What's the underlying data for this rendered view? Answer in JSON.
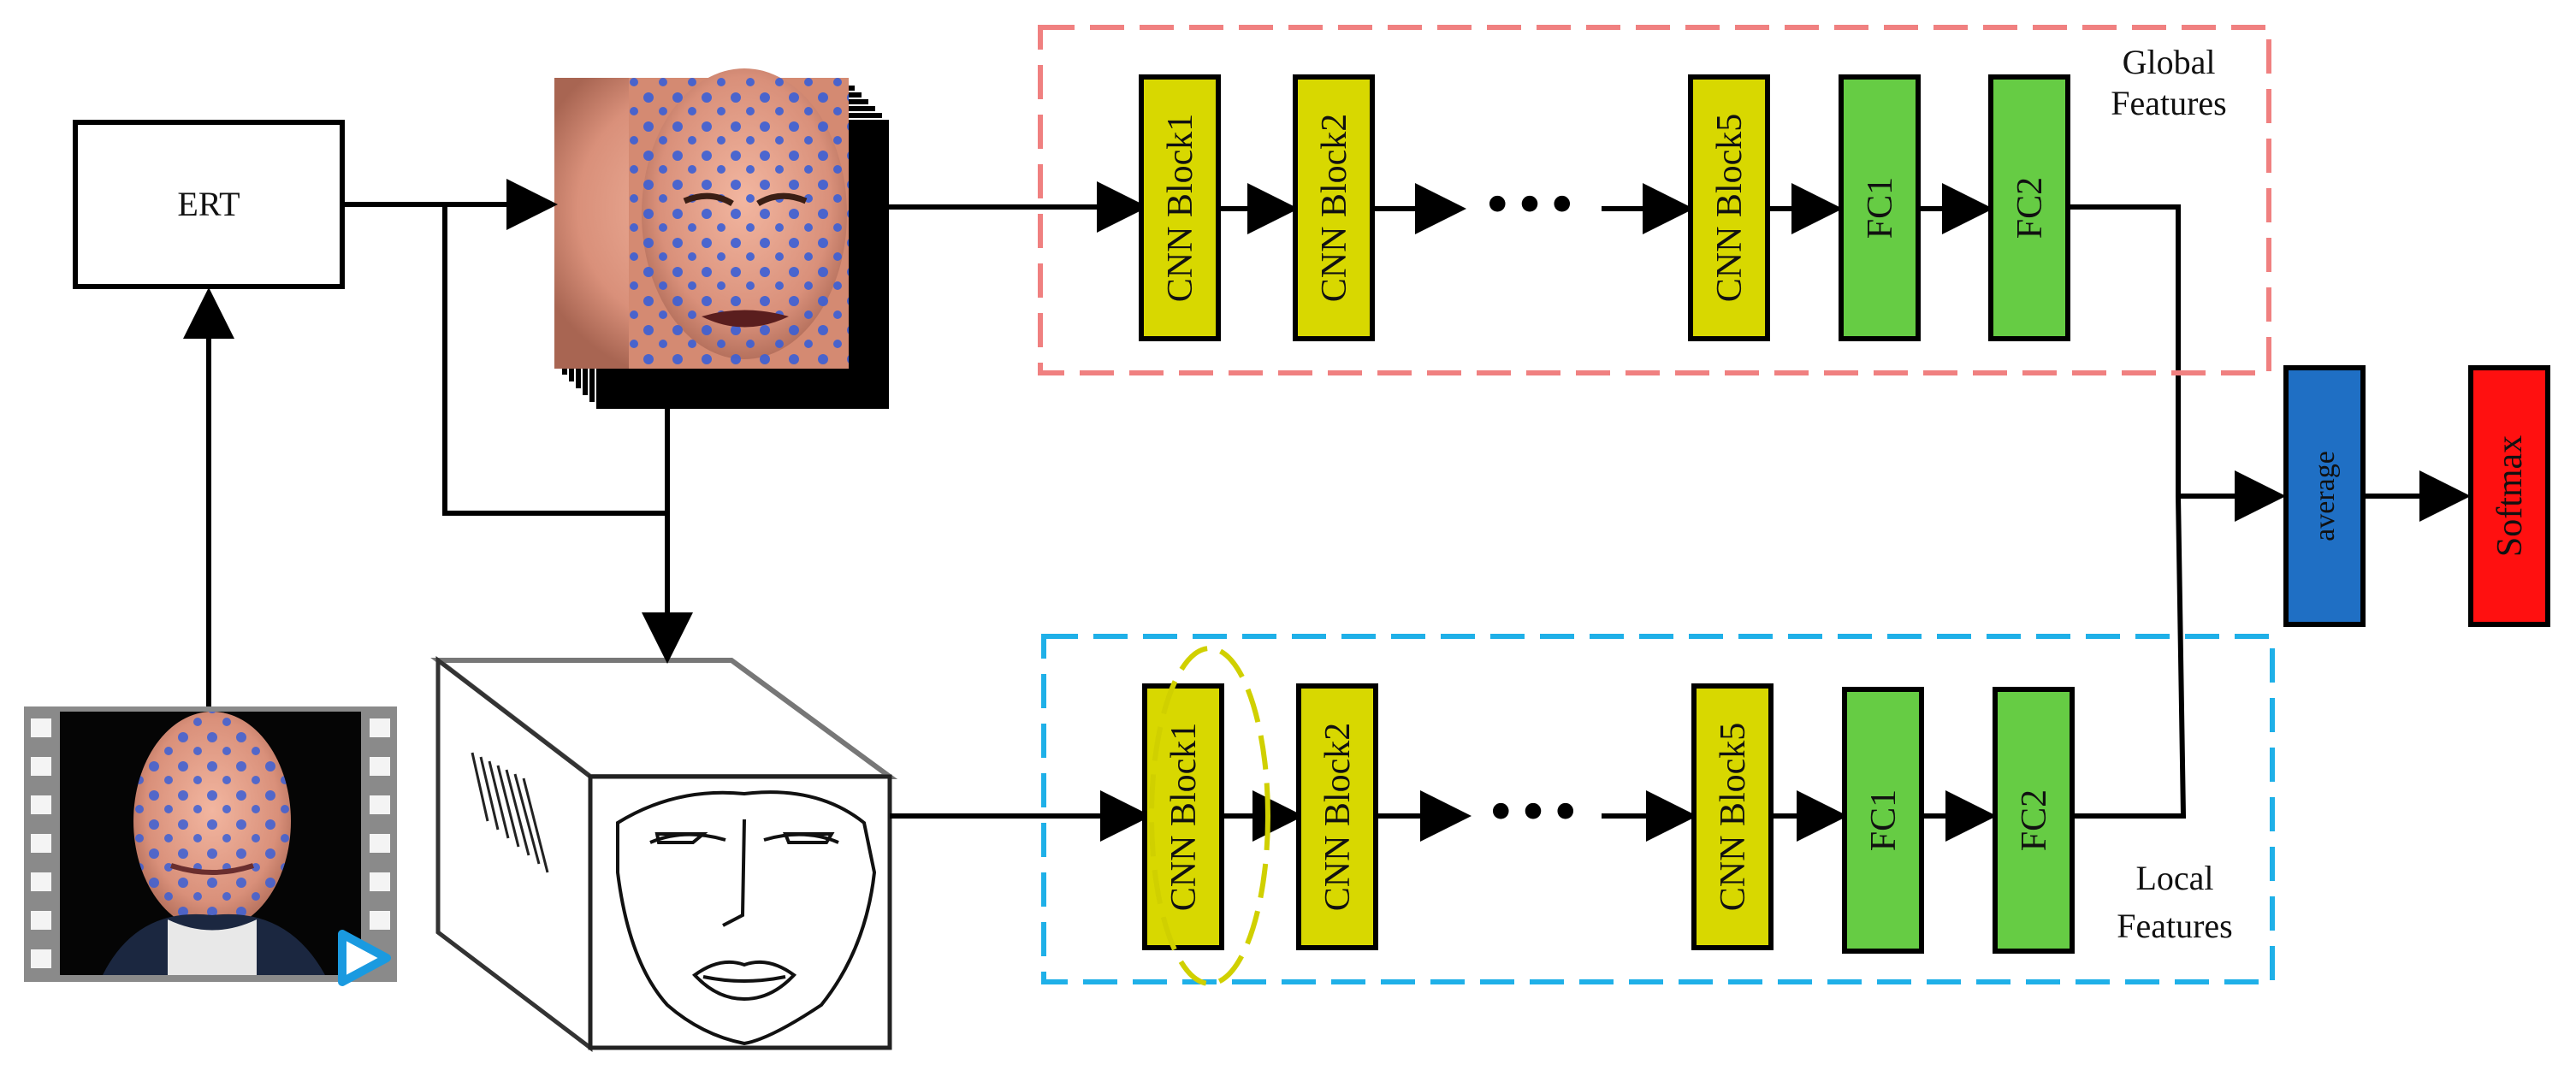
{
  "ert": {
    "label": "ERT"
  },
  "global": {
    "title_line1": "Global",
    "title_line2": "Features",
    "blocks": [
      "CNN Block1",
      "CNN Block2",
      "CNN Block5",
      "FC1",
      "FC2"
    ],
    "ellipsis": "•••"
  },
  "local": {
    "title_line1": "Local",
    "title_line2": "Features",
    "blocks": [
      "CNN Block1",
      "CNN Block2",
      "CNN Block5",
      "FC1",
      "FC2"
    ],
    "ellipsis": "•••"
  },
  "fusion": {
    "average": "average",
    "softmax": "Softmax"
  },
  "colors": {
    "cnn_block": "#d8d800",
    "fc_block": "#66cc44",
    "average": "#1f6fc4",
    "softmax": "#ff1010",
    "global_border": "#f08080",
    "local_border": "#1fb0e8",
    "highlight_ellipse": "#d0d000"
  }
}
